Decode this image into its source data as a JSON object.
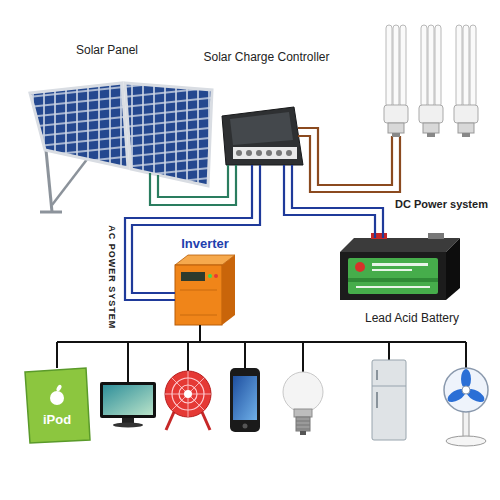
{
  "diagram": {
    "nodes": [
      {
        "text": [
          "Solar Panel"
        ]
      },
      {
        "text": [
          "Solar Charge Controller"
        ]
      },
      {
        "text": [
          "Inverter"
        ]
      },
      {
        "text": [
          "Lead Acid Battery"
        ]
      }
    ],
    "edges": [
      {
        "from": 0,
        "to": 1,
        "arrow": "none"
      },
      {
        "from": 1,
        "to": 2,
        "arrow": "none"
      },
      {
        "from": 1,
        "to": 3,
        "arrow": "none"
      }
    ],
    "labels": [
      "DC Power system",
      "AC POWER SYSTEM",
      "iPod"
    ]
  }
}
